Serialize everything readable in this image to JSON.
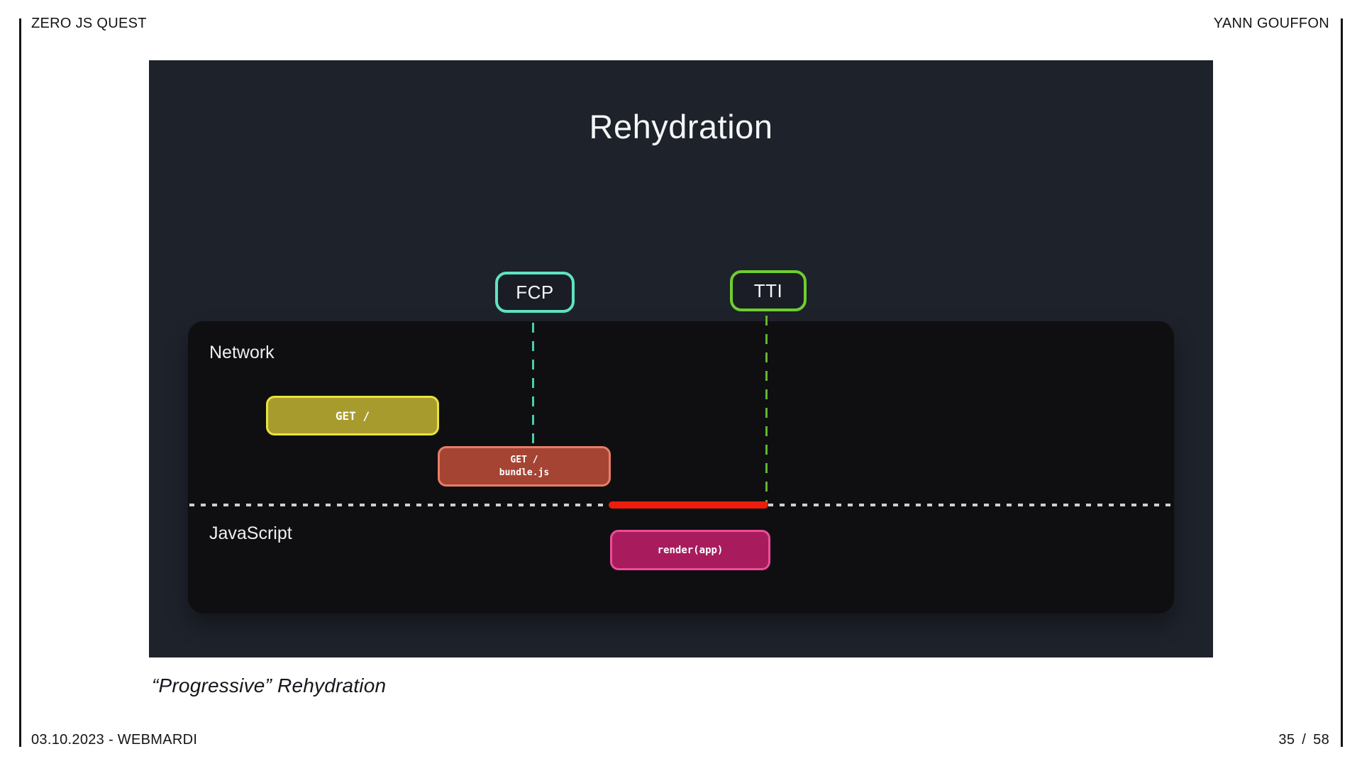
{
  "header": {
    "left": "ZERO JS QUEST",
    "right": "YANN GOUFFON"
  },
  "footer": {
    "date_event": "03.10.2023 - WEBMARDI",
    "page_current": "35",
    "page_separator": "/",
    "page_total": "58"
  },
  "slide": {
    "title": "Rehydration",
    "caption": "“Progressive” Rehydration",
    "background_color": "#1e222b",
    "panel_background_color": "#0f0f12",
    "markers": [
      {
        "id": "fcp",
        "label": "FCP",
        "border_color": "#5fe3c4",
        "line_color": "#4ecbb0"
      },
      {
        "id": "tti",
        "label": "TTI",
        "border_color": "#6fce2e",
        "line_color": "#62b52c"
      }
    ],
    "lanes": [
      {
        "label": "Network"
      },
      {
        "label": "JavaScript"
      }
    ],
    "events": {
      "get_root": {
        "lane": "Network",
        "label": "GET /",
        "fill": "#a89b2e",
        "border": "#e9e43c"
      },
      "get_bundle": {
        "lane": "Network",
        "line1": "GET /",
        "line2": "bundle.js",
        "fill": "#a64434",
        "border": "#e77e66"
      },
      "render_app": {
        "lane": "JavaScript",
        "label": "render(app)",
        "fill": "#a81c5e",
        "border": "#ee4d97"
      }
    },
    "blocking_bar_color": "#ee1c0c",
    "divider_color": "#cfcfcf"
  }
}
